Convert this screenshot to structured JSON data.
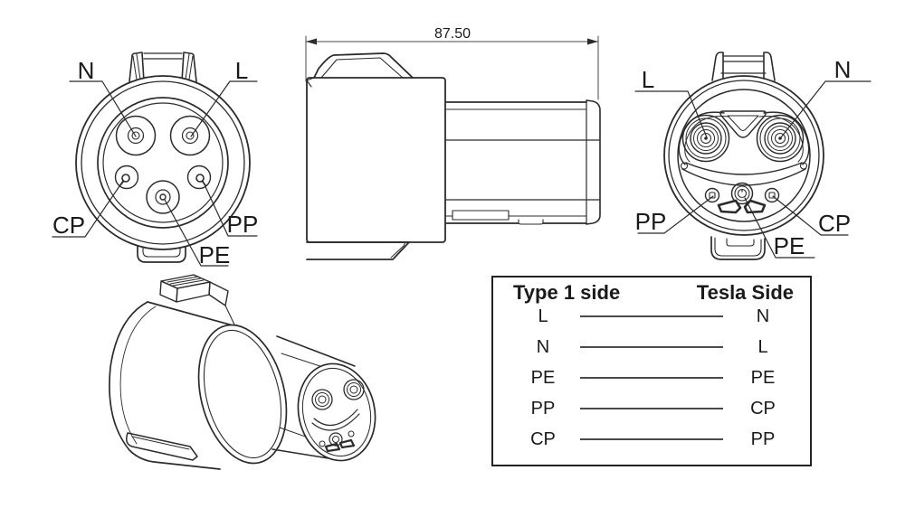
{
  "colors": {
    "line": "#2b2b2b",
    "thin_line": "#4a4a4a",
    "text": "#1a1a1a",
    "background": "#ffffff"
  },
  "dimension": {
    "length_label": "87.50"
  },
  "type1_view": {
    "labels": {
      "n": "N",
      "l": "L",
      "cp": "CP",
      "pp": "PP",
      "pe": "PE"
    }
  },
  "tesla_view": {
    "labels": {
      "l": "L",
      "n": "N",
      "pp": "PP",
      "cp": "CP",
      "pe": "PE"
    }
  },
  "mapping_table": {
    "left_header": "Type 1 side",
    "right_header": "Tesla Side",
    "rows": [
      {
        "type1": "L",
        "tesla": "N"
      },
      {
        "type1": "N",
        "tesla": "L"
      },
      {
        "type1": "PE",
        "tesla": "PE"
      },
      {
        "type1": "PP",
        "tesla": "CP"
      },
      {
        "type1": "CP",
        "tesla": "PP"
      }
    ]
  }
}
